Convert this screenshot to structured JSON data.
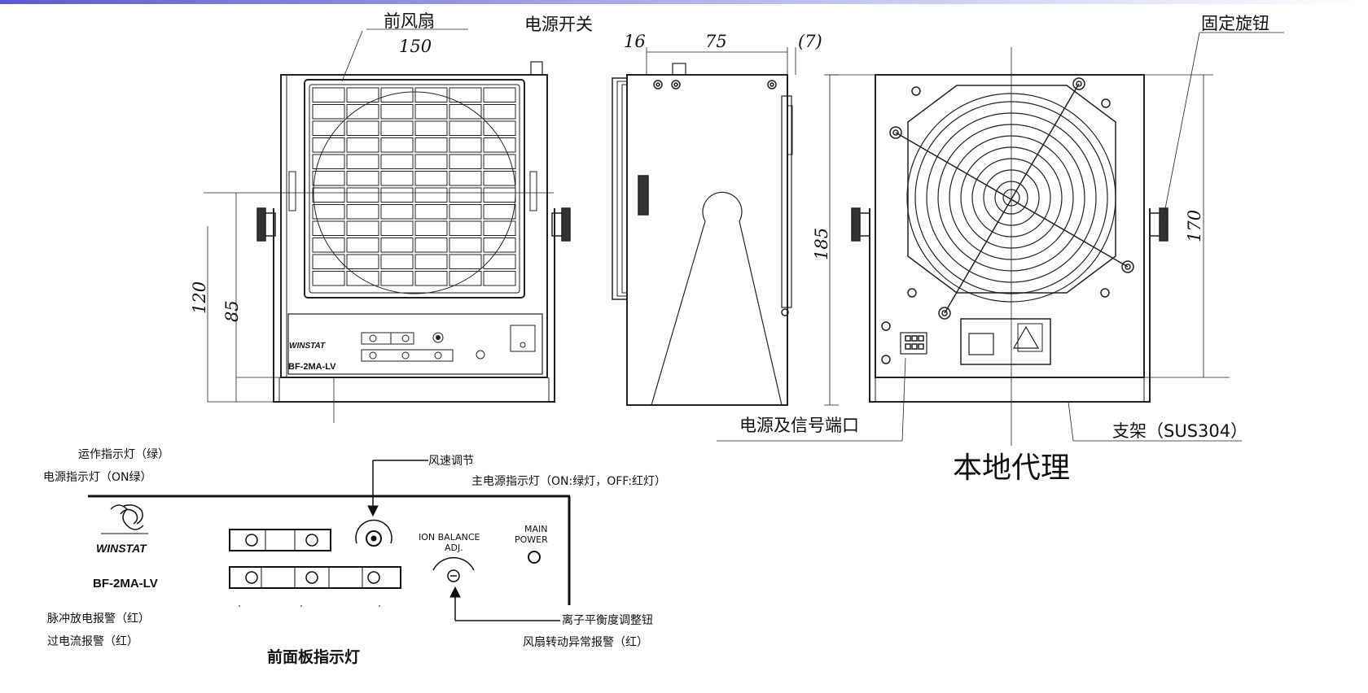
{
  "labels": {
    "front_fan": "前风扇",
    "power_switch": "电源开关",
    "fix_knob": "固定旋钮",
    "power_signal_port": "电源及信号端口",
    "bracket": "支架（SUS304）",
    "local_agent": "本地代理",
    "run_indicator": "运作指示灯（绿）",
    "power_indicator": "电源指示灯（ON绿）",
    "wind_speed": "风速调节",
    "main_power_indicator": "主电源指示灯（ON:绿灯，OFF:红灯）",
    "pulse_alarm": "脉冲放电报警（红）",
    "overcurrent_alarm": "过电流报警（红）",
    "front_panel_title": "前面板指示灯",
    "ion_balance_knob": "离子平衡度调整钮",
    "fan_fault_alarm": "风扇转动异常报警（红）"
  },
  "dimensions": {
    "d150": "150",
    "d16": "16",
    "d75": "75",
    "d7": "(7)",
    "d120": "120",
    "d85": "85",
    "d185": "185",
    "d170": "170"
  },
  "panel": {
    "brand": "WINSTAT",
    "model": "BF-2MA-LV",
    "ion_balance": "ION BALANCE",
    "adj": "ADJ.",
    "main": "MAIN",
    "power": "POWER"
  }
}
